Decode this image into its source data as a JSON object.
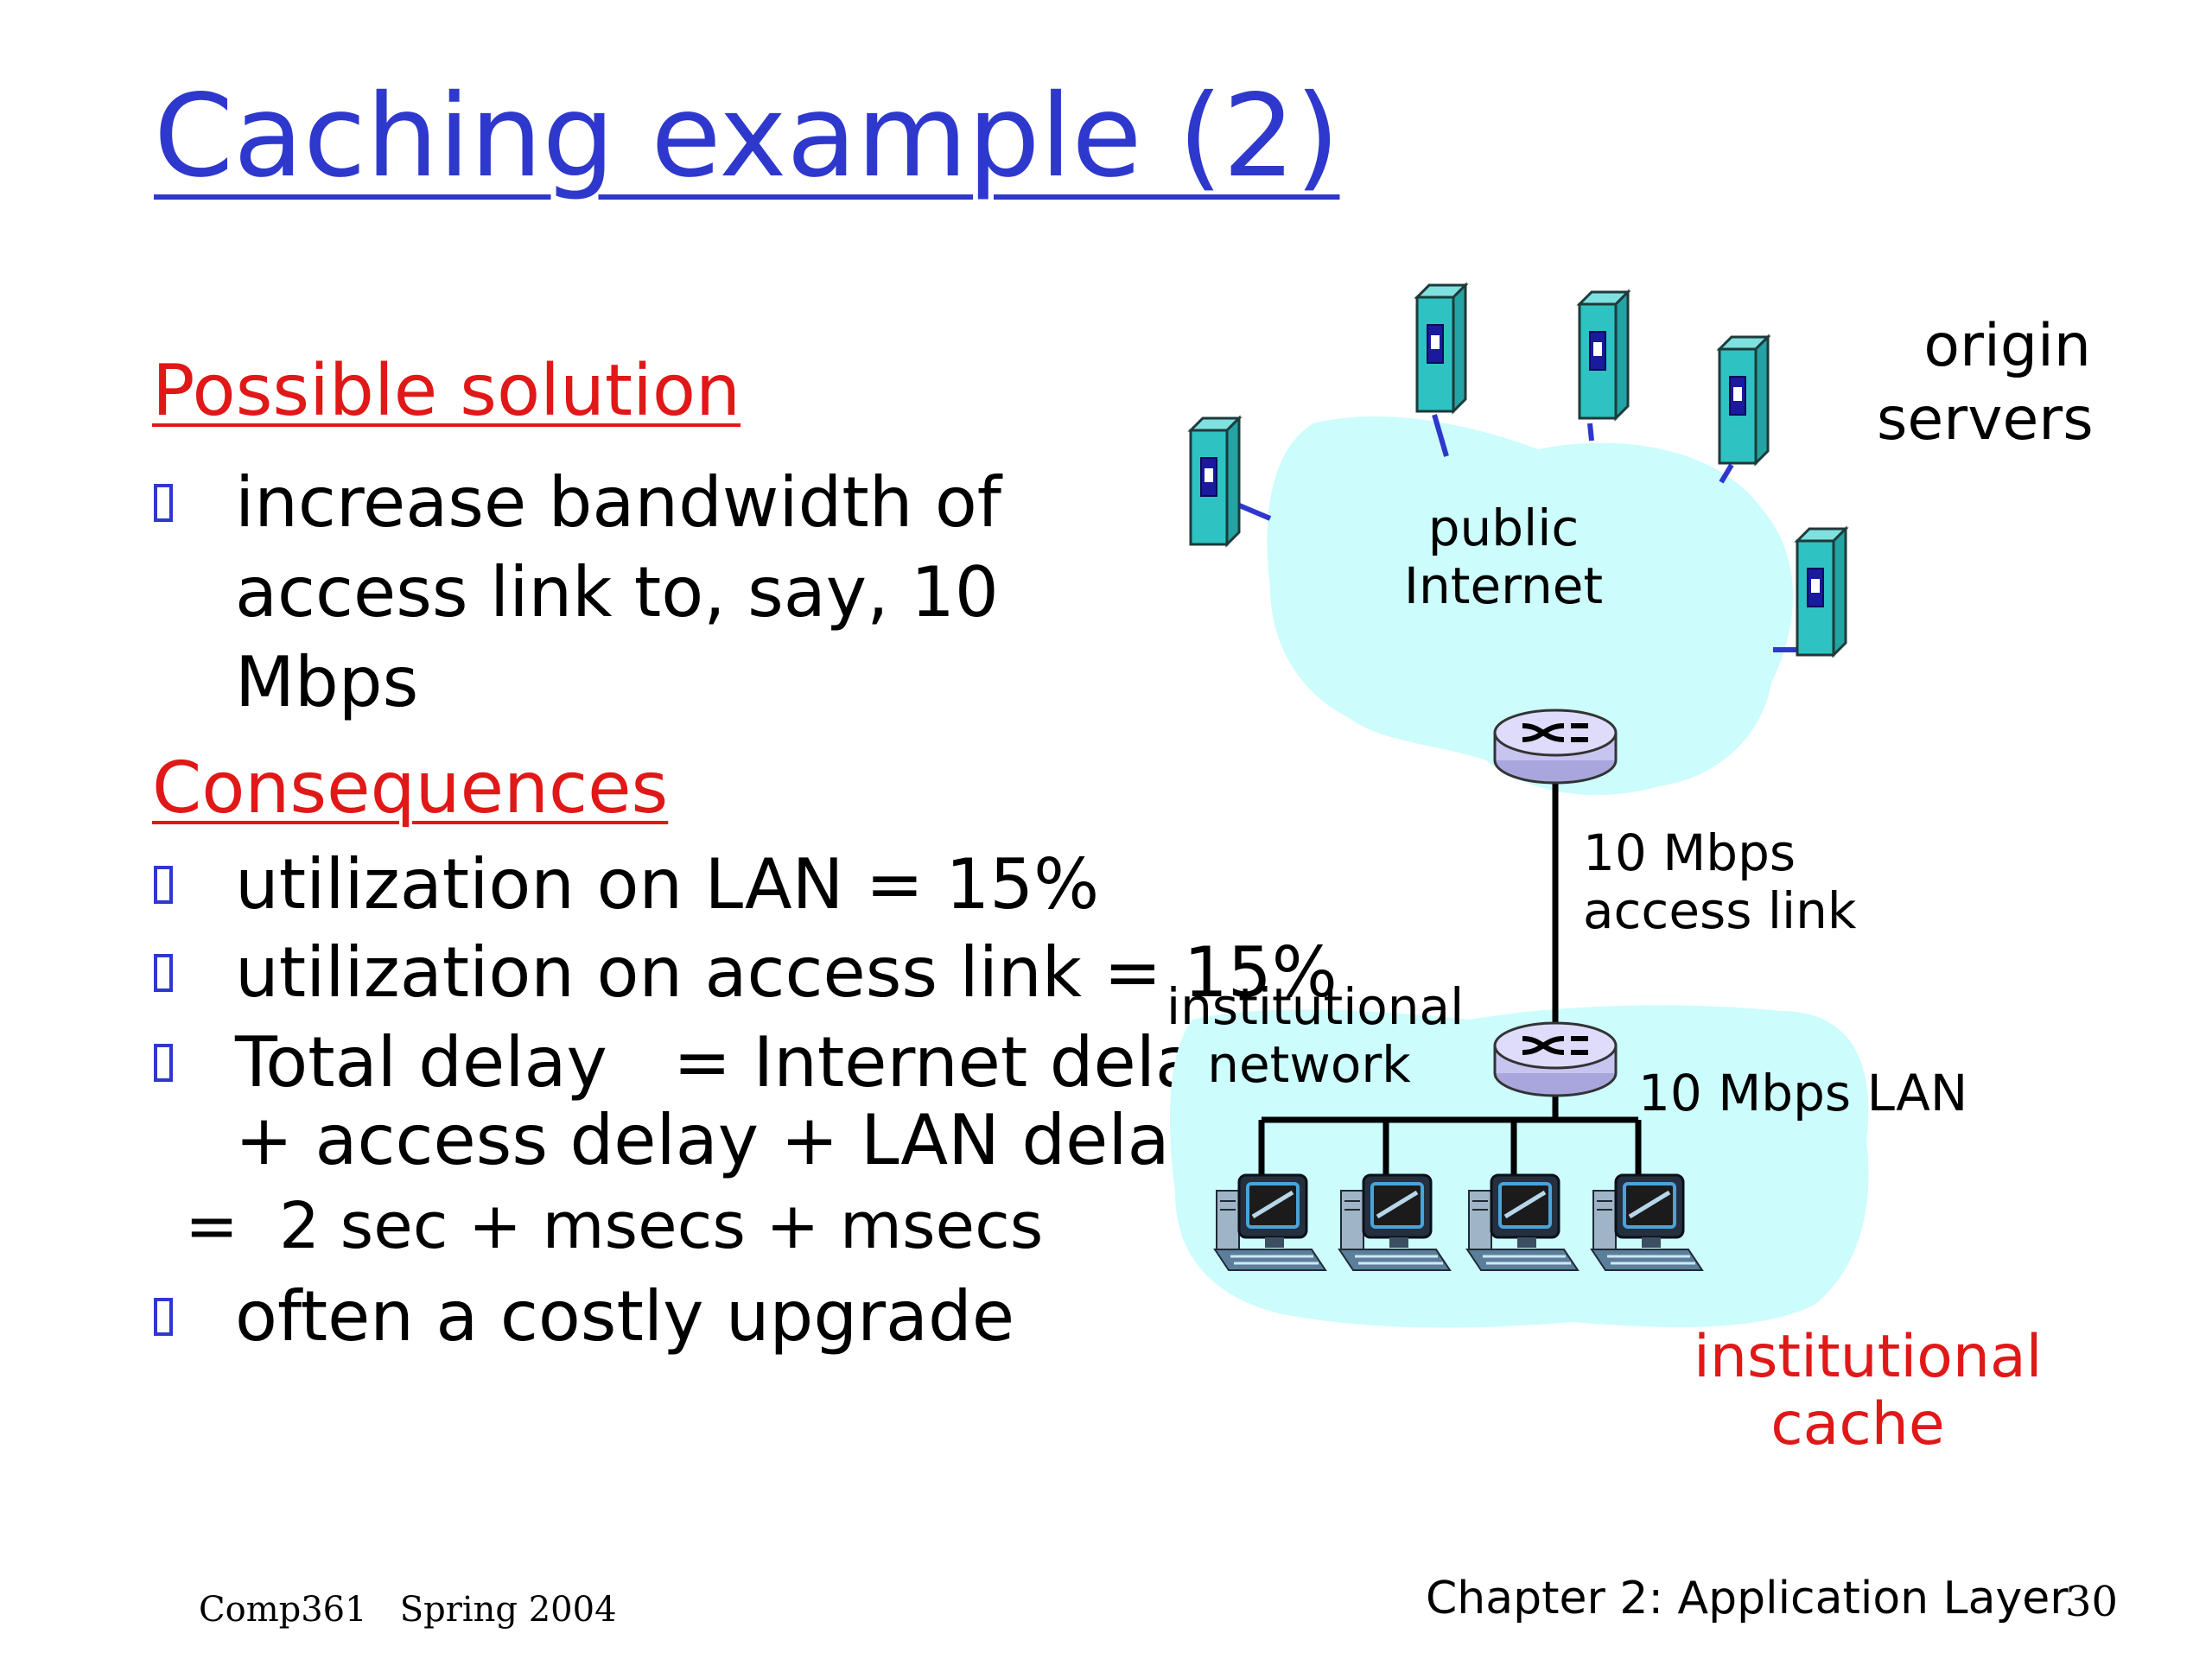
{
  "title": "Caching example (2)",
  "left": {
    "solution_heading": "Possible solution",
    "solution_lines": [
      "increase bandwidth of",
      "access link to, say, 10",
      "Mbps"
    ],
    "consequences_heading": "Consequences",
    "bullet_utilization_lan": "utilization on LAN = 15%",
    "bullet_utilization_access": "utilization on access link = 15%",
    "bullet_delay_line1": "Total delay   = Internet delay",
    "bullet_delay_line2": "+ access delay + LAN delay",
    "equation": "=  2 sec + msecs + msecs",
    "bullet_upgrade": "often a costly upgrade"
  },
  "diagram": {
    "origin_servers": [
      "origin",
      "servers"
    ],
    "public_internet": [
      "public",
      "Internet"
    ],
    "access_link": [
      "10 Mbps",
      "access link"
    ],
    "institutional_network": [
      "institutional",
      "network"
    ],
    "lan": "10 Mbps LAN",
    "institutional_cache": [
      "institutional",
      "cache"
    ],
    "colors": {
      "cloud": "#ccfcfc",
      "server": "#2fc2c2",
      "link": "#2e38cc",
      "router": "#c7c5f0",
      "cache_label": "#e01818"
    }
  },
  "footer": {
    "course": "Comp361   Spring 2004",
    "chapter": "Chapter 2: Application Layer",
    "page": "30"
  }
}
